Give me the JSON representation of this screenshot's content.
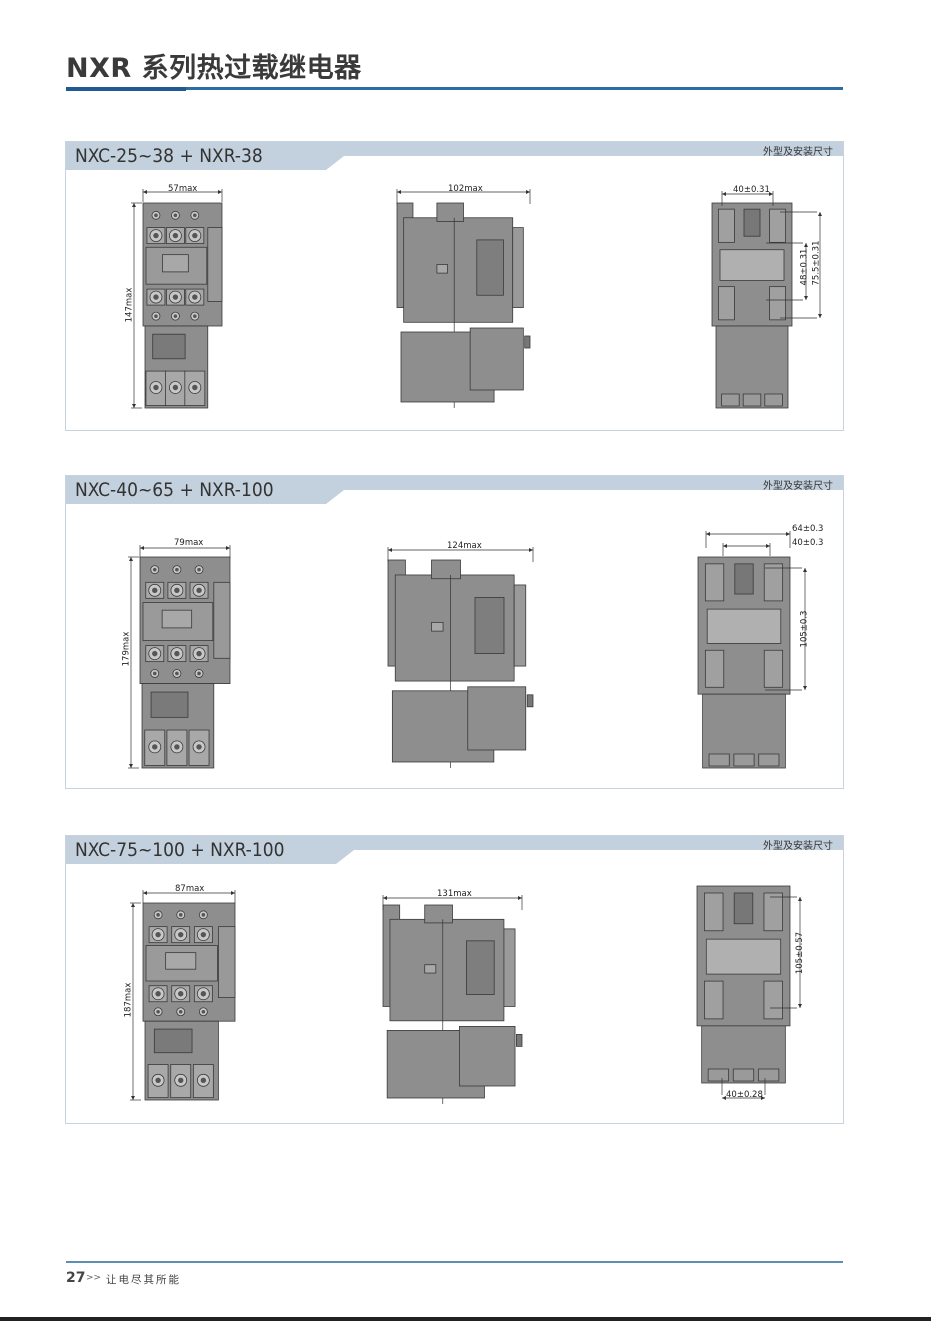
{
  "header": {
    "title": "NXR 系列热过载继电器"
  },
  "sections": [
    {
      "title": "NXC-25~38 + NXR-38",
      "note": "外型及安装尺寸",
      "dims": {
        "front_width": "57max",
        "front_height": "147max",
        "side_width": "102max",
        "mount_width": "40±0.31",
        "mount_h1": "48±0.31",
        "mount_h2": "75.5±0.31"
      }
    },
    {
      "title": "NXC-40~65 + NXR-100",
      "note": "外型及安装尺寸",
      "dims": {
        "front_width": "79max",
        "front_height": "179max",
        "side_width": "124max",
        "mount_w1": "64±0.3",
        "mount_w2": "40±0.3",
        "mount_h1": "105±0.3"
      }
    },
    {
      "title": "NXC-75~100 + NXR-100",
      "note": "外型及安装尺寸",
      "dims": {
        "front_width": "87max",
        "front_height": "187max",
        "side_width": "131max",
        "mount_h1": "105±0.57",
        "mount_w_bottom": "40±0.28"
      }
    }
  ],
  "footer": {
    "page_number": "27",
    "arrows": ">>",
    "slogan": "让电尽其所能"
  },
  "colors": {
    "accent": "#2d6da3",
    "band": "#c3d0dd",
    "device_gray": "#8e8e8e"
  }
}
